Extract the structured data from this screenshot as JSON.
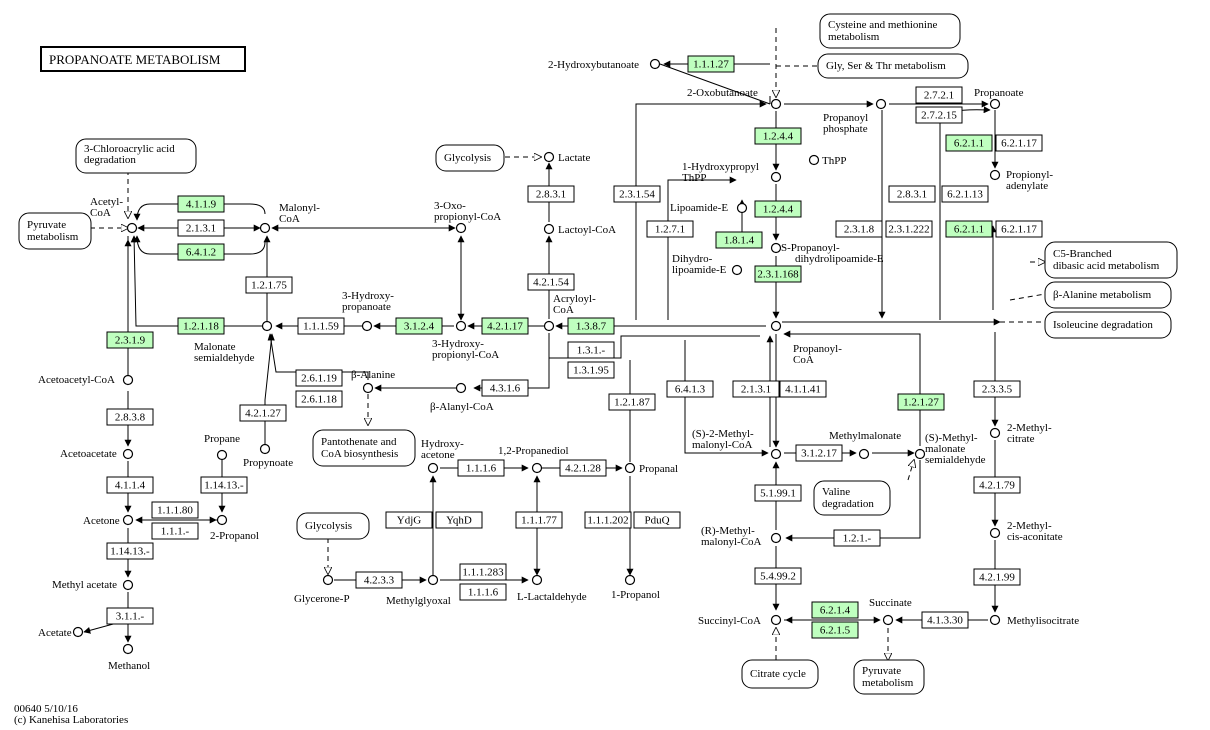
{
  "title": "PROPANOATE METABOLISM",
  "footer": {
    "line1": "00640 5/10/16",
    "line2": "(c) Kanehisa Laboratories"
  },
  "colors": {
    "highlight": "#bfffbf",
    "stroke": "#000000",
    "background": "#ffffff"
  },
  "enzymes": {
    "e4119": "4.1.1.9",
    "e2131a": "2.1.3.1",
    "e6412": "6.4.1.2",
    "e12175": "1.2.1.75",
    "e12118": "1.2.1.18",
    "e2319": "2.3.1.9",
    "e11159": "1.1.1.59",
    "e3124": "3.1.2.4",
    "e421117": "4.2.1.17",
    "e1387": "1.3.8.7",
    "e131": "1.3.1.-",
    "e13195": "1.3.1.95",
    "e26119": "2.6.1.19",
    "e26118": "2.6.1.18",
    "e4316": "4.3.1.6",
    "e42127": "4.2.1.27",
    "e2838": "2.8.3.8",
    "e4114": "4.1.1.4",
    "e11180": "1.1.1.80",
    "e111": "1.1.1.-",
    "e114131": "1.14.13.-",
    "e114132": "1.14.13.-",
    "e311": "3.1.1.-",
    "e11127": "1.1.1.27",
    "e1244a": "1.2.4.4",
    "e1244b": "1.2.4.4",
    "e1814": "1.8.1.4",
    "e231168": "2.3.1.168",
    "e23154": "2.3.1.54",
    "e1271": "1.2.7.1",
    "e2831": "2.8.3.1",
    "e42154": "4.2.1.54",
    "e2721": "2.7.2.1",
    "e27215": "2.7.2.15",
    "e6211a": "6.2.1.1",
    "e62117a": "6.2.1.17",
    "e2831b": "2.8.3.1",
    "e62113": "6.2.1.13",
    "e2318": "2.3.1.8",
    "e231222": "2.3.1.222",
    "e6211b": "6.2.1.1",
    "e62117b": "6.2.1.17",
    "e1116a": "1.1.1.6",
    "e42128": "4.2.1.28",
    "e11177": "1.1.1.77",
    "e111283": "1.1.1.283",
    "e1116b": "1.1.1.6",
    "e4233": "4.2.3.3",
    "ydjg": "YdjG",
    "yqhd": "YqhD",
    "e111202": "1.1.1.202",
    "pduq": "PduQ",
    "e12187": "1.2.1.87",
    "e6413": "6.4.1.3",
    "e2131b": "2.1.3.1",
    "e41141": "4.1.1.41",
    "e31217": "3.1.2.17",
    "e12127": "1.2.1.27",
    "e51991": "5.1.99.1",
    "e121": "1.2.1.-",
    "e54992": "5.4.99.2",
    "e6214": "6.2.1.4",
    "e6215": "6.2.1.5",
    "e41330": "4.1.3.30",
    "e2335": "2.3.3.5",
    "e42179": "4.2.1.79",
    "e42199": "4.2.1.99"
  },
  "compounds": {
    "acetylcoa": "Acetyl-CoA",
    "malonylcoa": "Malonyl-CoA",
    "oxoprop": "3-Oxo-propionyl-CoA",
    "malonatesa": "Malonate semialdehyde",
    "hpropanoate": "3-Hydroxy-propanoate",
    "hpropcoa": "3-Hydroxy-propionyl-CoA",
    "acryloylcoa": "Acryloyl-CoA",
    "betaala": "β-Alanine",
    "betaalacoa": "β-Alanyl-CoA",
    "propynoate": "Propynoate",
    "propane": "Propane",
    "acetoacetylcoa": "Acetoacetyl-CoA",
    "acetoacetate": "Acetoacetate",
    "acetone": "Acetone",
    "propanol2": "2-Propanol",
    "methylacetate": "Methyl acetate",
    "acetate": "Acetate",
    "methanol": "Methanol",
    "hydroxyacetone": "Hydroxy-acetone",
    "propanediol": "1,2-Propanediol",
    "propanal": "Propanal",
    "lactaldehyde": "L-Lactaldehyde",
    "methylglyoxal": "Methylglyoxal",
    "glyceronep": "Glycerone-P",
    "propanol1": "1-Propanol",
    "hbutanoate": "2-Hydroxybutanoate",
    "oxobutanoate": "2-Oxobutanoate",
    "hpropylthpp": "1-Hydroxypropyl ThPP",
    "thpp": "ThPP",
    "lipoamide": "Lipoamide-E",
    "dihydrolip": "Dihydro-lipoamide-E",
    "spropanoyl": "S-Propanoyl-dihydrolipoamide-E",
    "lactate": "Lactate",
    "lactoylcoa": "Lactoyl-CoA",
    "propanoylp": "Propanoyl phosphate",
    "propanoate": "Propanoate",
    "propadenylate": "Propionyl-adenylate",
    "propanoylcoa": "Propanoyl-CoA",
    "smethylmal": "(S)-2-Methyl-malonyl-CoA",
    "methylmalonate": "Methylmalonate",
    "smethylmalsa": "(S)-Methyl-malonate semialdehyde",
    "rmethylmal": "(R)-Methyl-malonyl-CoA",
    "succinylcoa": "Succinyl-CoA",
    "succinate": "Succinate",
    "methylcitrate": "2-Methyl-citrate",
    "methylaconitate": "2-Methyl-cis-aconitate",
    "methylisocitrate": "Methylisocitrate"
  },
  "maps": {
    "chloroacrylic": "3-Chloroacrylic acid degradation",
    "pyruvate1": "Pyruvate metabolism",
    "glycolysis1": "Glycolysis",
    "pantothenate": "Pantothenate and CoA biosynthesis",
    "glycolysis2": "Glycolysis",
    "cysteine": "Cysteine and methionine metabolism",
    "glyserthr": "Gly, Ser & Thr metabolism",
    "c5branched": "C5-Branched dibasic acid metabolism",
    "betaalamet": "β-Alanine metabolism",
    "isoleucine": "Isoleucine degradation",
    "valine": "Valine degradation",
    "citrate": "Citrate cycle",
    "pyruvate2": "Pyruvate metabolism"
  }
}
